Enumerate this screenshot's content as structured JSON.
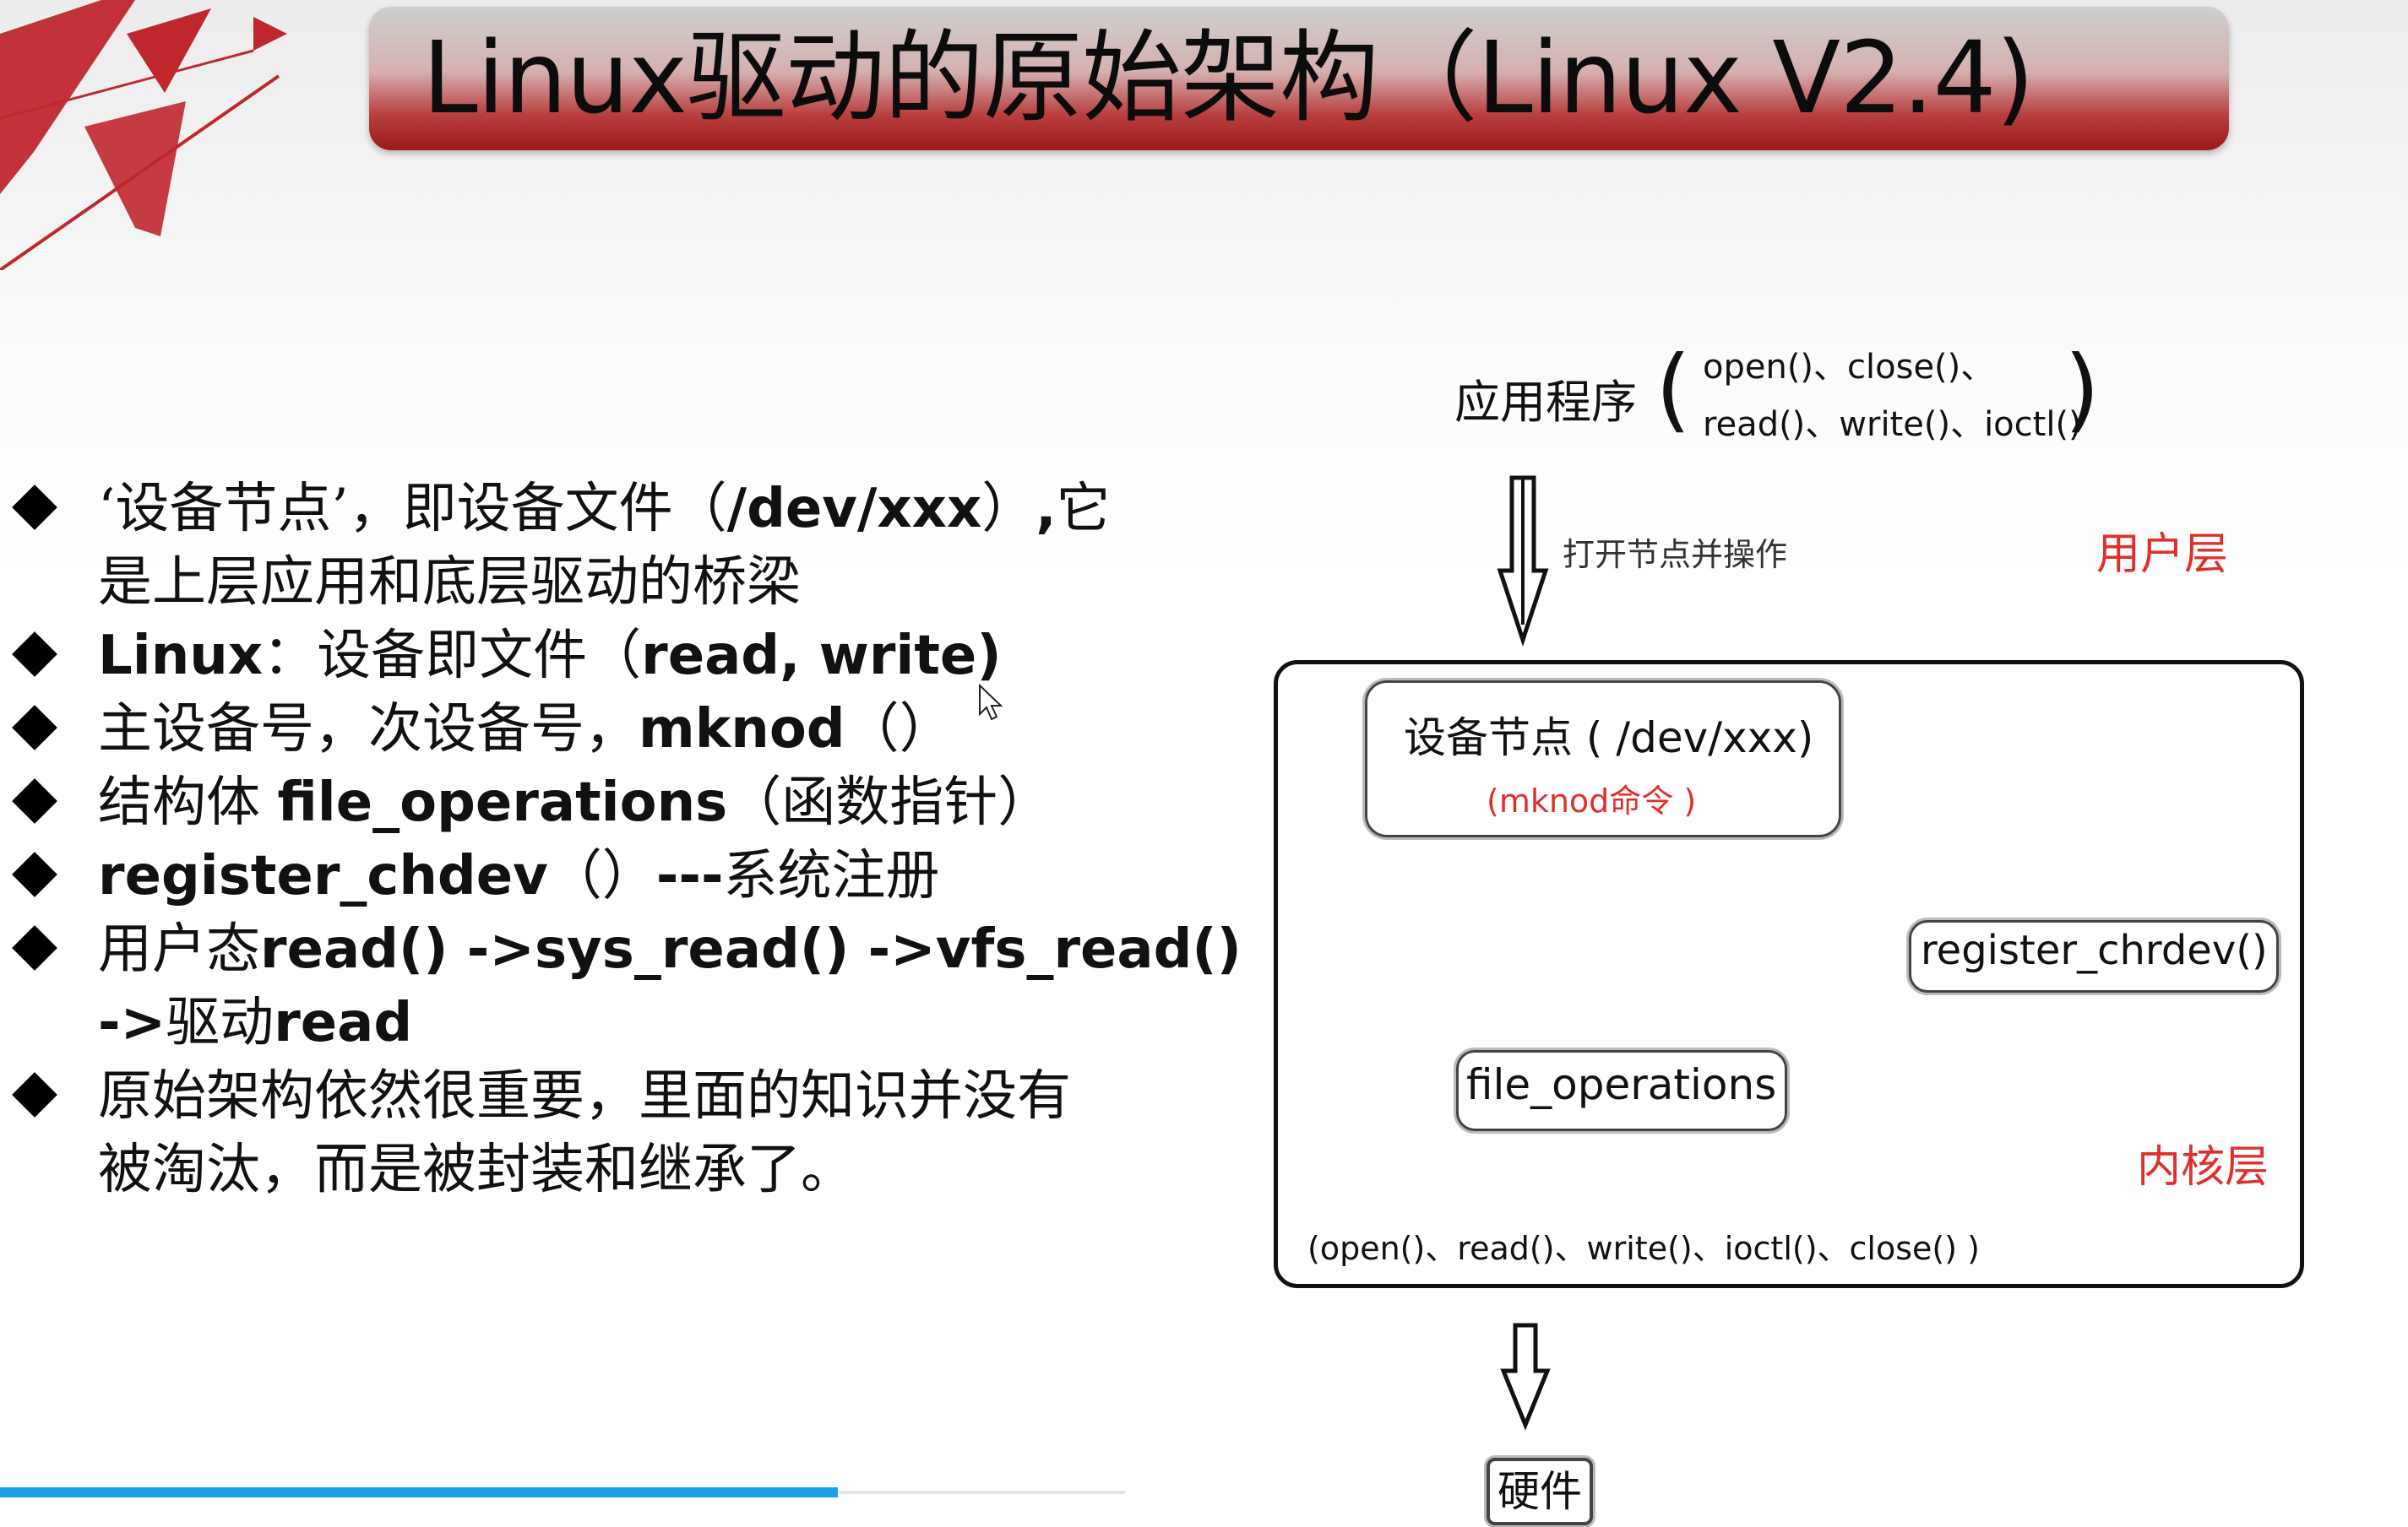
{
  "title": "Linux驱动的原始架构（Linux V2.4)",
  "bullets": [
    {
      "lines": [
        [
          {
            "t": "‘设备节点’，即设备文件（",
            "b": false
          },
          {
            "t": "/dev/xxx",
            "b": true
          },
          {
            "t": "）",
            "b": false
          },
          {
            "t": ",",
            "b": true
          },
          {
            "t": "它",
            "b": false
          }
        ],
        [
          {
            "t": "是上层应用和底层驱动的桥梁",
            "b": false
          }
        ]
      ]
    },
    {
      "lines": [
        [
          {
            "t": "Linux",
            "b": true
          },
          {
            "t": "：设备即文件（",
            "b": false
          },
          {
            "t": "read, write)",
            "b": true
          }
        ]
      ]
    },
    {
      "lines": [
        [
          {
            "t": "主设备号，次设备号，",
            "b": false
          },
          {
            "t": "mknod",
            "b": true
          },
          {
            "t": "（）",
            "b": false
          }
        ]
      ]
    },
    {
      "lines": [
        [
          {
            "t": "结构体 ",
            "b": false
          },
          {
            "t": "file_operations",
            "b": true
          },
          {
            "t": "（函数指针）",
            "b": false
          }
        ]
      ]
    },
    {
      "lines": [
        [
          {
            "t": "register_chdev",
            "b": true
          },
          {
            "t": "（）",
            "b": false
          },
          {
            "t": "---",
            "b": true
          },
          {
            "t": "系统注册",
            "b": false
          }
        ]
      ]
    },
    {
      "lines": [
        [
          {
            "t": "用户态",
            "b": false
          },
          {
            "t": "read() ->sys_read() ->vfs_read()",
            "b": true
          }
        ],
        [
          {
            "t": "->",
            "b": true
          },
          {
            "t": "驱动",
            "b": false
          },
          {
            "t": "read",
            "b": true
          }
        ]
      ]
    },
    {
      "lines": [
        [
          {
            "t": "原始架构依然很重要，里面的知识并没有",
            "b": false
          }
        ],
        [
          {
            "t": "被淘汰，而是被封装和继承了。",
            "b": false
          }
        ]
      ]
    }
  ],
  "diagram": {
    "app_label": "应用程序",
    "app_calls_line1": "open()、close()、",
    "app_calls_line2": "read()、write()、ioctl()",
    "open_node_label": "打开节点并操作",
    "user_layer": "用户层",
    "device_node": "设备节点 ( /dev/xxx)",
    "mknod_cmd": "(mknod命令 )",
    "register": "register_chrdev()",
    "file_operations": "file_operations",
    "kernel_layer": "内核层",
    "fops_calls": "(open()、read()、write()、ioctl()、close() )",
    "hardware": "硬件"
  },
  "colors": {
    "title_bar_red": "#9c1a18",
    "layer_label_red": "#e0302a",
    "progress_blue": "#1ea0e8"
  }
}
